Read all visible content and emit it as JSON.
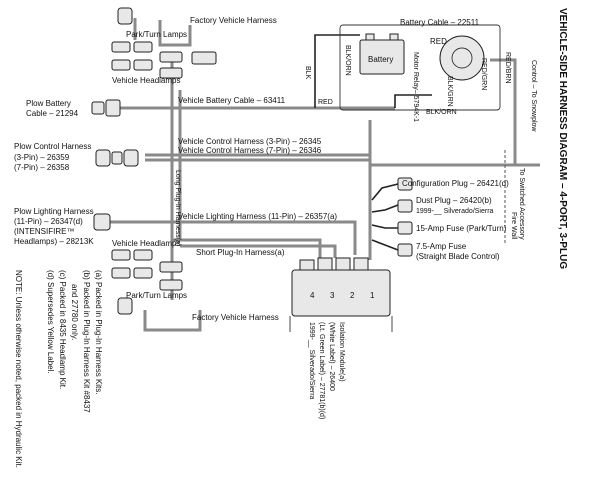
{
  "title": "VEHICLE-SIDE HARNESS DIAGRAM – 4-PORT, 3-PLUG",
  "labels": {
    "factory_harness_top": "Factory Vehicle Harness",
    "park_turn_top": "Park/Turn Lamps",
    "vehicle_headlamps_top": "Vehicle Headlamps",
    "battery_cable": "Battery Cable – 22511",
    "red_top": "RED",
    "battery": "Battery",
    "blk_orn_left": "BLK/ORN",
    "blk": "BLK",
    "motor_relay": "Motor Relay– 5794K-1",
    "red_grn": "RED/GRN",
    "blk_grn": "BLK/GRN",
    "red_brn": "RED/BRN",
    "blk_orn_bottom": "BLK/ORN",
    "control_to_snowplow": "Control – To Snowplow",
    "plow_battery_cable_1": "Plow Battery",
    "plow_battery_cable_2": "Cable – 21294",
    "vehicle_battery_cable": "Vehicle Battery Cable – 63411",
    "red_mid": "RED",
    "vcontrol_3pin": "Vehicle Control Harness (3-Pin) – 26345",
    "vcontrol_7pin": "Vehicle Control Harness (7-Pin) – 26346",
    "plow_control_1": "Plow Control Harness",
    "plow_control_2": "(3-Pin) – 26359",
    "plow_control_3": "(7-Pin) – 26358",
    "long_plug_in": "Long Plug-In Harness(a)",
    "configuration_plug": "Configuration Plug – 26421(d)",
    "to_switched_accessory": "To Switched Accessory",
    "dust_plug": "Dust Plug – 26420(b)",
    "dust_plug_sub": "1999-__ Silverado/Sierra",
    "fire_wall": "Fire Wall",
    "plow_lighting_1": "Plow Lighting Harness",
    "plow_lighting_2": "(11-Pin) – 26347(d)",
    "plow_lighting_3": "(INTENSIFIRE™",
    "plow_lighting_4": "Headlamps) – 28213K",
    "vehicle_lighting": "Vehicle Lighting Harness (11-Pin) – 26357(a)",
    "fuse_15": "15-Amp Fuse (Park/Turn)",
    "fuse_75_1": "7.5-Amp Fuse",
    "fuse_75_2": "(Straight Blade Control)",
    "vehicle_headlamps_bottom": "Vehicle Headlamps",
    "short_plug_in": "Short Plug-In Harness(a)",
    "park_turn_bottom": "Park/Turn Lamps",
    "factory_harness_bottom": "Factory Vehicle Harness",
    "port_4": "4",
    "port_3": "3",
    "port_2": "2",
    "port_1": "1",
    "iso_1": "Isolation Module(a)",
    "iso_2": "(White Label) – 26400",
    "iso_3": "(Lt. Green Label) – 27781(b)(d)",
    "iso_4": "1999-__ Silverado/Sierra"
  },
  "notes": {
    "intro": "NOTE: Unless otherwise noted, packed in Hydraulic Kit.",
    "a": "(a)   Packed in Plug-In Harness Kits.",
    "b1": "(b)   Packed in Plug-In Harness Kit #8437",
    "b2": "and 27780 only.",
    "c": "(c)   Packed in 8435 Headlamp Kit.",
    "d": "(d)   Supersedes Yellow Label."
  }
}
